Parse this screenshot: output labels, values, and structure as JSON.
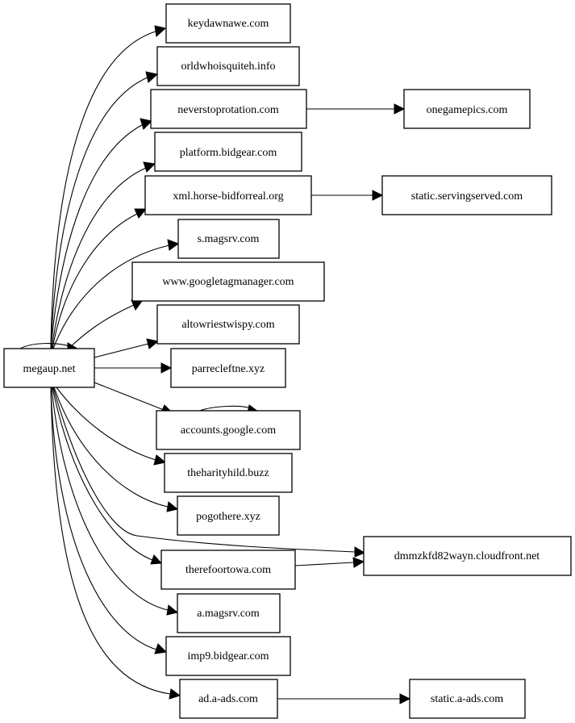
{
  "graph": {
    "nodes": {
      "megaup": "megaup.net",
      "keydawnawe": "keydawnawe.com",
      "orldwhoisquiteh": "orldwhoisquiteh.info",
      "neverstoprotation": "neverstoprotation.com",
      "onegamepics": "onegamepics.com",
      "platform_bidgear": "platform.bidgear.com",
      "xml_horse": "xml.horse-bidforreal.org",
      "static_servingserved": "static.servingserved.com",
      "s_magsrv": "s.magsrv.com",
      "googletagmanager": "www.googletagmanager.com",
      "altowriestwispy": "altowriestwispy.com",
      "parrecleftne": "parrecleftne.xyz",
      "accounts_google": "accounts.google.com",
      "theharityhild": "theharityhild.buzz",
      "pogothere": "pogothere.xyz",
      "dmmzkfd82wayn": "dmmzkfd82wayn.cloudfront.net",
      "therefoortowa": "therefoortowa.com",
      "a_magsrv": "a.magsrv.com",
      "imp9_bidgear": "imp9.bidgear.com",
      "ad_a_ads": "ad.a-ads.com",
      "static_a_ads": "static.a-ads.com"
    },
    "edges": [
      [
        "megaup",
        "megaup"
      ],
      [
        "megaup",
        "keydawnawe"
      ],
      [
        "megaup",
        "orldwhoisquiteh"
      ],
      [
        "megaup",
        "neverstoprotation"
      ],
      [
        "megaup",
        "platform_bidgear"
      ],
      [
        "megaup",
        "xml_horse"
      ],
      [
        "megaup",
        "s_magsrv"
      ],
      [
        "megaup",
        "googletagmanager"
      ],
      [
        "megaup",
        "altowriestwispy"
      ],
      [
        "megaup",
        "parrecleftne"
      ],
      [
        "megaup",
        "accounts_google"
      ],
      [
        "megaup",
        "theharityhild"
      ],
      [
        "megaup",
        "pogothere"
      ],
      [
        "megaup",
        "dmmzkfd82wayn"
      ],
      [
        "megaup",
        "therefoortowa"
      ],
      [
        "megaup",
        "a_magsrv"
      ],
      [
        "megaup",
        "imp9_bidgear"
      ],
      [
        "megaup",
        "ad_a_ads"
      ],
      [
        "neverstoprotation",
        "onegamepics"
      ],
      [
        "xml_horse",
        "static_servingserved"
      ],
      [
        "accounts_google",
        "accounts_google"
      ],
      [
        "therefoortowa",
        "dmmzkfd82wayn"
      ],
      [
        "ad_a_ads",
        "static_a_ads"
      ]
    ]
  }
}
